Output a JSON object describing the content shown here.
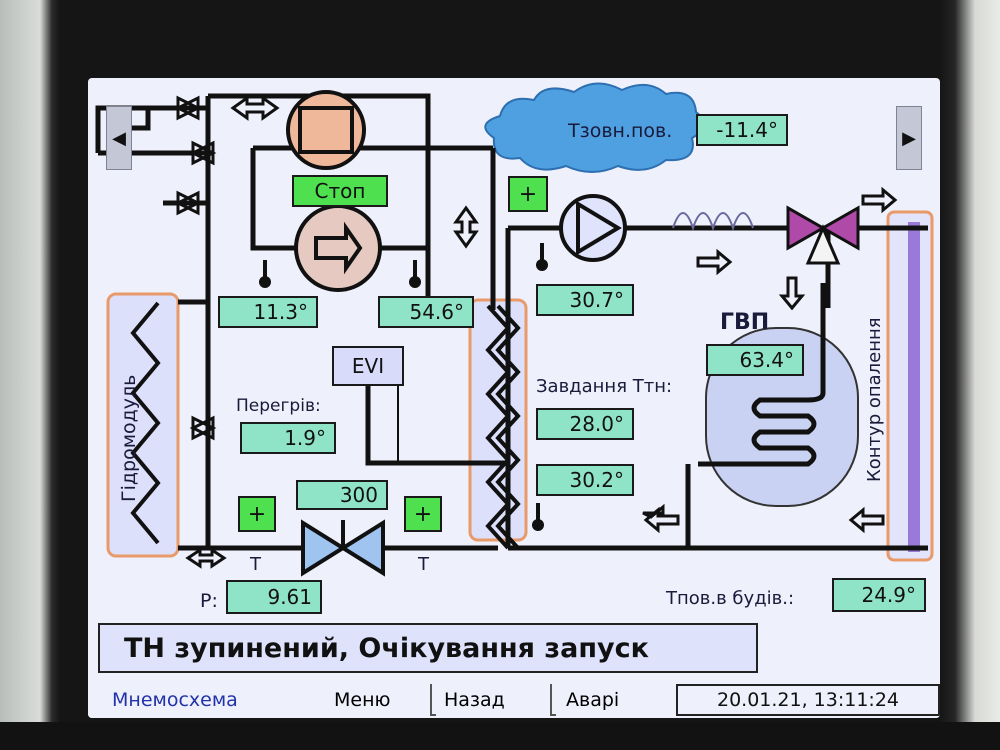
{
  "screen": {
    "outdoor_temp_label": "Тзовн.пов.",
    "outdoor_temp_value": "-11.4°",
    "compressor_state": "Стоп",
    "temp_left_value": "11.3°",
    "temp_right_value": "54.6°",
    "evi_label": "EVI",
    "superheat_label": "Перегрів:",
    "superheat_value": "1.9°",
    "valve_value": "300",
    "pressure_label": "P:",
    "pressure_value": "9.61",
    "t_symbol_left": "T",
    "t_symbol_right": "T",
    "plus_top": "+",
    "plus_bottom_left": "+",
    "plus_bottom_right": "+",
    "pump_temp_value": "30.7°",
    "setpoint_label": "Завдання Ттн:",
    "setpoint_value": "28.0°",
    "return_temp_value": "30.2°",
    "dhw_label": "ГВП",
    "dhw_temp_value": "63.4°",
    "hydromodule_label": "Гідромодуль",
    "heating_circuit_label": "Контур опалення",
    "indoor_temp_label": "Тпов.в будів.:",
    "indoor_temp_value": "24.9°",
    "status_message": "ТН зупинений, Очікування запуск",
    "nav_left_icon": "◀",
    "nav_right_icon": "▶"
  },
  "menu": {
    "items": [
      "Мнемосхема",
      "Меню",
      "Назад",
      "Аварі"
    ],
    "datetime": "20.01.21, 13:11:24"
  },
  "colors": {
    "screen_bg": "#eef0fb",
    "value_box": "#8fe3c7",
    "green_box": "#4fe04f",
    "pipe": "#1a1a1a",
    "active_menu": "#2233aa"
  }
}
